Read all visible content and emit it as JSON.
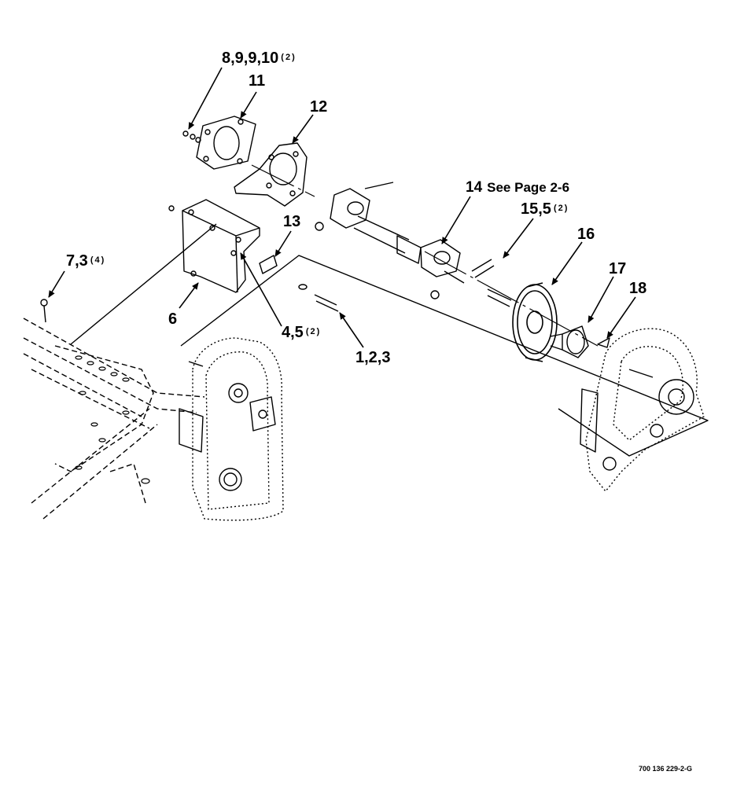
{
  "labels": {
    "l_8_9_9_10": {
      "num": "8,9,9,10",
      "qty": "(2)"
    },
    "l_11": {
      "num": "11"
    },
    "l_12": {
      "num": "12"
    },
    "l_13": {
      "num": "13"
    },
    "l_14": {
      "num": "14",
      "note": "See Page 2-6"
    },
    "l_15_5": {
      "num": "15,5",
      "qty": "(2)"
    },
    "l_16": {
      "num": "16"
    },
    "l_17": {
      "num": "17"
    },
    "l_18": {
      "num": "18"
    },
    "l_7_3": {
      "num": "7,3",
      "qty": "(4)"
    },
    "l_6": {
      "num": "6"
    },
    "l_4_5": {
      "num": "4,5",
      "qty": "(2)"
    },
    "l_1_2_3": {
      "num": "1,2,3"
    }
  },
  "drawing_ref": "700 136 229-2-G"
}
